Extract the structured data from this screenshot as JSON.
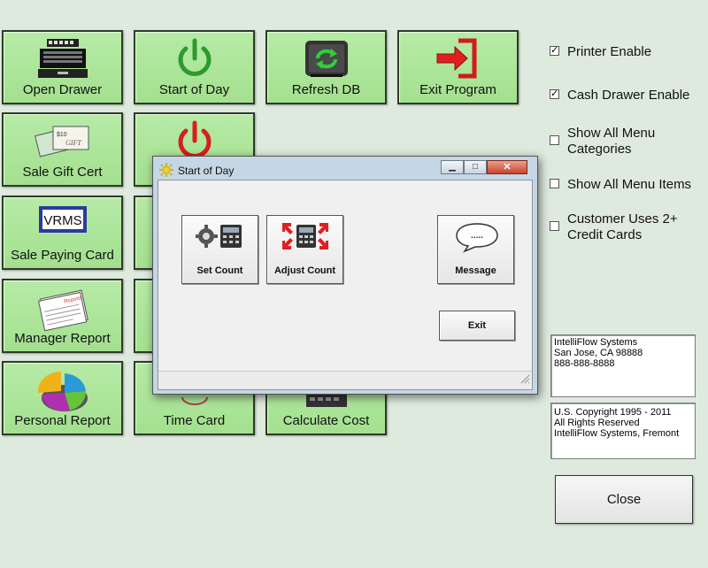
{
  "tiles": {
    "open_drawer": "Open Drawer",
    "start_of_day": "Start of Day",
    "refresh_db": "Refresh DB",
    "exit_program": "Exit Program",
    "sale_gift_cert": "Sale Gift Cert",
    "sale_paying_card": "Sale Paying Card",
    "manager_report": "Manager Report",
    "personal_report": "Personal Report",
    "time_card": "Time Card",
    "calculate_cost": "Calculate Cost"
  },
  "options": [
    {
      "label": "Printer Enable",
      "checked": true
    },
    {
      "label": "Cash Drawer Enable",
      "checked": true
    },
    {
      "label": "Show All Menu Categories",
      "checked": false
    },
    {
      "label": "Show All Menu Items",
      "checked": false
    },
    {
      "label": "Customer Uses 2+ Credit Cards",
      "checked": false
    }
  ],
  "company": {
    "line1": "IntelliFlow Systems",
    "line2": "San Jose, CA 98888",
    "line3": "888-888-8888"
  },
  "copyright": {
    "line1": "U.S. Copyright 1995 - 2011",
    "line2": "All Rights Reserved",
    "line3": "IntelliFlow  Systems, Fremont"
  },
  "close_label": "Close",
  "dialog": {
    "title": "Start of Day",
    "set_count": "Set Count",
    "adjust_count": "Adjust Count",
    "message": "Message",
    "exit": "Exit",
    "message_dots": "....."
  },
  "icon_text": {
    "vrms": "VRMS",
    "reports": "Reports",
    "gift_amount": "$10",
    "gift_text": "GIFT"
  },
  "colors": {
    "tile_green": "#a4e08f",
    "background": "#dfeadf",
    "power_green": "#2e9a2e",
    "power_red": "#d91e1e",
    "exit_arrow": "#e02020"
  }
}
